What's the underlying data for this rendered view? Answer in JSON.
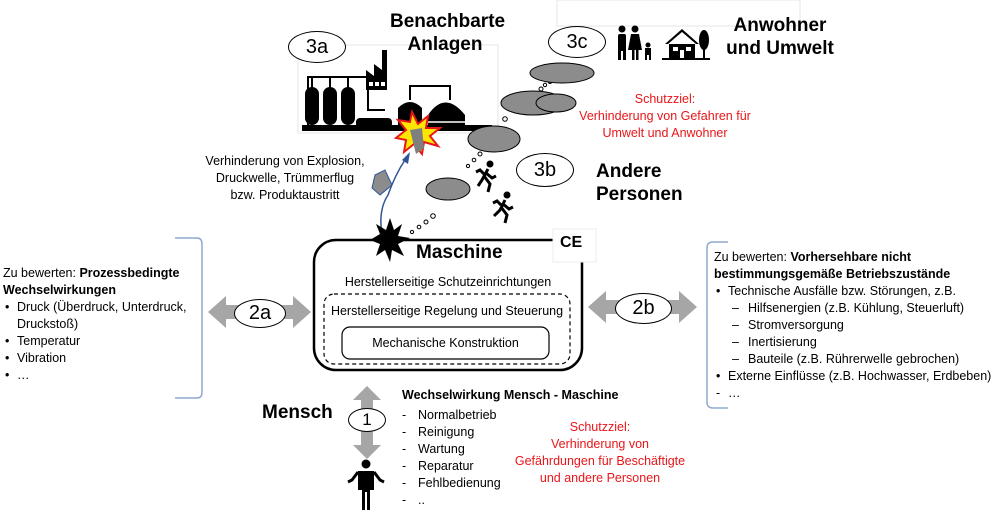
{
  "neighbors": {
    "badge": "3a",
    "title_line1": "Benachbarte",
    "title_line2": "Anlagen",
    "icon": "industrial-plant-icon"
  },
  "residents": {
    "badge": "3c",
    "title_line1": "Anwohner",
    "title_line2": "und Umwelt",
    "icons": [
      "family-icon",
      "house-tree-icon"
    ],
    "goal_label": "Schutzziel:",
    "goal_line1": "Verhinderung von Gefahren für",
    "goal_line2": "Umwelt und Anwohner"
  },
  "others": {
    "badge": "3b",
    "title_line1": "Andere",
    "title_line2": "Personen",
    "icon": "running-person-icon"
  },
  "explosion_note": {
    "line1": "Verhinderung von Explosion,",
    "line2": "Druckwelle, Trümmerflug",
    "line3": "bzw.  Produktaustritt"
  },
  "machine": {
    "title": "Maschine",
    "ce_mark": "CE",
    "layer_outer": "Herstellerseitige Schutzeinrichtungen",
    "layer_middle": "Herstellerseitige Regelung und Steuerung",
    "layer_inner": "Mechanische Konstruktion"
  },
  "process": {
    "badge": "2a",
    "intro": "Zu bewerten: ",
    "heading_line1": "Prozessbedingte",
    "heading_line2": "Wechselwirkungen",
    "items": [
      "Druck (Überdruck, Unterdruck,",
      "Druckstoß)",
      "Temperatur",
      "Vibration",
      "…"
    ]
  },
  "misuse": {
    "badge": "2b",
    "intro": "Zu bewerten:  ",
    "heading_line1": "Vorhersehbare nicht",
    "heading_line2": "bestimmungsgemäße Betriebszustände",
    "items": [
      {
        "type": "bullet",
        "text": "Technische Ausfälle bzw. Störungen, z.B."
      },
      {
        "type": "sub",
        "text": "Hilfsenergien (z.B. Kühlung, Steuerluft)"
      },
      {
        "type": "sub",
        "text": "Stromversorgung"
      },
      {
        "type": "sub",
        "text": "Inertisierung"
      },
      {
        "type": "sub",
        "text": "Bauteile (z.B. Rührerwelle gebrochen)"
      },
      {
        "type": "bullet",
        "text": "Externe Einflüsse (z.B. Hochwasser, Erdbeben)"
      },
      {
        "type": "dash",
        "text": "…"
      }
    ]
  },
  "human": {
    "badge": "1",
    "title": "Mensch",
    "heading": "Wechselwirkung Mensch - Maschine",
    "items": [
      "Normalbetrieb",
      "Reinigung",
      "Wartung",
      "Reparatur",
      "Fehlbedienung",
      ".."
    ],
    "goal_label": "Schutzziel:",
    "goal_line1": "Verhinderung von",
    "goal_line2": "Gefährdungen für Beschäftigte",
    "goal_line3": "und andere Personen"
  },
  "colors": {
    "goal_red": "#e8161a",
    "arrow_gray": "#a6a6a6",
    "smoke_gray": "#8c8c8c",
    "bracket_blue": "#8fa9d0",
    "debris_arrow": "#2f5597"
  }
}
